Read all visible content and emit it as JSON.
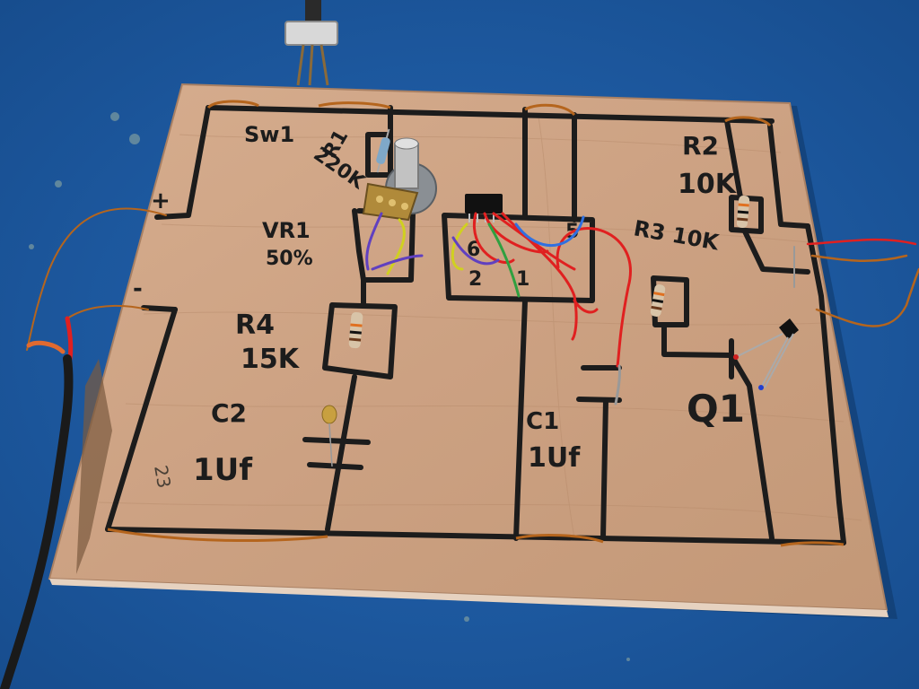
{
  "colors": {
    "table": "#1f5fa8",
    "table_dark": "#164a86",
    "board": "#cfa485",
    "board_edge": "#a98063",
    "ink": "#1c1c1c",
    "copper": "#b5651d"
  },
  "labels": {
    "sw1": "Sw1",
    "r1": "R1",
    "r1_value": "220K",
    "vr1": "VR1",
    "vr1_value": "50%",
    "r4": "R4",
    "r4_value": "15K",
    "c2": "C2",
    "c2_value": "1Uf",
    "c1": "C1",
    "c1_value": "1Uf",
    "r2": "R2",
    "r2_value": "10K",
    "r3": "R3 10K",
    "q1": "Q1",
    "plus": "+",
    "minus": "-",
    "ic_pin_6": "6",
    "ic_pin_5": "5",
    "ic_pin_2": "2",
    "ic_pin_1": "1",
    "pencil_note": "23"
  }
}
